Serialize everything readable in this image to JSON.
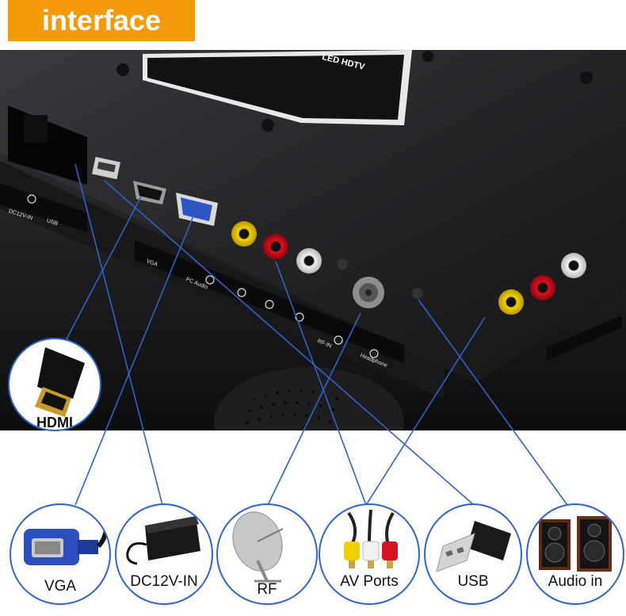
{
  "header": {
    "badge_text": "interface",
    "badge_color": "#f59a0a"
  },
  "tv": {
    "sticker_title": "LED HDTV",
    "panel_labels": {
      "dc_in": "DC12V-IN",
      "usb": "USB",
      "vga": "VGA",
      "pc_audio": "PC Audio",
      "rf_in": "RF-IN",
      "headphone": "Headphone"
    }
  },
  "connectors": [
    {
      "id": "hdmi",
      "label": "HDMI",
      "icon": "hdmi-plug-icon"
    },
    {
      "id": "vga",
      "label": "VGA",
      "icon": "vga-cable-icon"
    },
    {
      "id": "dc",
      "label": "DC12V-IN",
      "icon": "power-adapter-icon"
    },
    {
      "id": "rf",
      "label": "RF",
      "icon": "satellite-dish-icon"
    },
    {
      "id": "av",
      "label": "AV Ports",
      "icon": "rca-cable-icon"
    },
    {
      "id": "usb",
      "label": "USB",
      "icon": "usb-plug-icon"
    },
    {
      "id": "audio",
      "label": "Audio in",
      "icon": "speakers-icon"
    }
  ],
  "colors": {
    "line": "#2f63c8",
    "panel": "#1b1b1d"
  }
}
